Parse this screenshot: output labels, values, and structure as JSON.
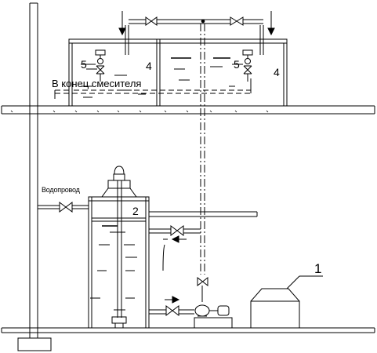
{
  "labels": {
    "mixer_end": "В конец смесителя",
    "water_supply": "Водопровод",
    "num_1": "1",
    "num_2": "2",
    "num_4_left": "4",
    "num_4_right": "4",
    "num_5_left": "5",
    "num_5_right": "5"
  },
  "colors": {
    "stroke": "#000000",
    "background": "#ffffff"
  }
}
